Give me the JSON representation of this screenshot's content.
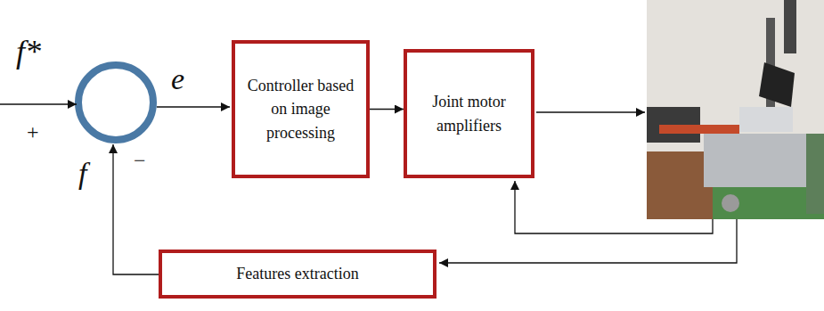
{
  "diagram": {
    "nodes": [
      {
        "text": [
          "Controller based on image processing"
        ]
      },
      {
        "text": [
          "Joint motor amplifiers"
        ]
      },
      {
        "text": [
          "Features extraction"
        ]
      }
    ],
    "edges": [
      {
        "from": 0,
        "to": 1,
        "arrow": "to"
      }
    ],
    "labels": [
      "f*",
      "e",
      "+",
      "f",
      "−"
    ]
  }
}
